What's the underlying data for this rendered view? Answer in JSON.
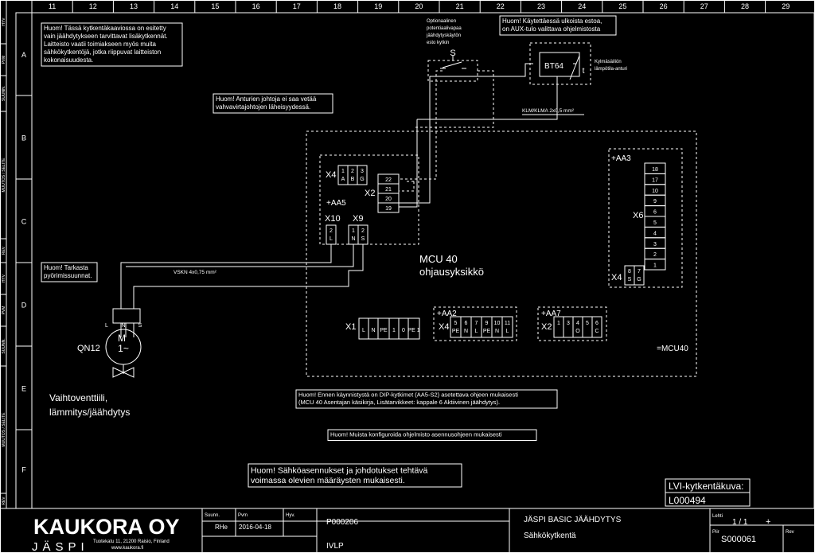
{
  "grid": {
    "columns": [
      "11",
      "12",
      "13",
      "14",
      "15",
      "16",
      "17",
      "18",
      "19",
      "20",
      "21",
      "22",
      "23",
      "24",
      "25",
      "26",
      "27",
      "28",
      "29"
    ],
    "rows": [
      "A",
      "B",
      "C",
      "D",
      "E",
      "F"
    ],
    "side_labels": [
      "HYV",
      "PVM",
      "SUUNN.",
      "MUUTOS / SELITE",
      "REV",
      "HYV",
      "PVM",
      "SUUNN.",
      "MUUTOS / SELITE",
      "REV"
    ]
  },
  "notes": {
    "top_left": [
      "Huom! Tässä kytkentäkaaviossa on esitetty",
      "vain jäähdytykseen tarvittavat lisäkytkennät.",
      "Laitteisto vaatii toimiakseen myös muita",
      "sähkökytkentöjä, jotka riippuvat laitteiston",
      "kokonaisuudesta."
    ],
    "sensors": [
      "Huom! Anturien johtoja ei saa vetää",
      "vahvavirtajohtojen läheisyydessä."
    ],
    "rotation": [
      "Huom! Tarkasta",
      "pyörimissuunnat."
    ],
    "external": [
      "Huom! Käytettäessä ulkoista estoa,",
      "on AUX-tulo valittava ohjelmistosta"
    ],
    "dip": [
      "Huom! Ennen käynnistystä on DIP-kytkimet (AA5-S2) asetettava ohjeen mukaisesti",
      "(MCU 40 Asentajan käsikirja, Lisätarvikkeet: kappale 6 Aktiivinen jäähdytys)."
    ],
    "config": "Huom! Muista konfiguroida ohjelmisto asennusohjeen mukaisesti",
    "install": [
      "Huom! Sähköasennukset ja johdotukset tehtävä",
      "voimassa olevien määräysten mukaisesti."
    ]
  },
  "components": {
    "switch_desc": [
      "Optionaalinen",
      "potentiaalivapaa",
      "jäähdytyskäytön",
      "esto kytkin"
    ],
    "switch_label": "S",
    "sensor_label": "BT64",
    "sensor_t": "t",
    "sensor_desc": [
      "Kylmäsäiliön",
      "lämpötila-anturi"
    ],
    "cable_sensor": "KLM/KLMA 2x0,5 mm²",
    "cable_valve": "VSKN 4x0,75 mm²",
    "valve_id": "QN12",
    "motor_m": "M",
    "motor_1": "1~",
    "valve_terms": [
      "L",
      "N",
      "S"
    ],
    "valve_desc": [
      "Vaihtoventtiili,",
      "lämmitys/jäähdytys"
    ],
    "mcu_title": [
      "MCU 40",
      "ohjausyksikkö"
    ],
    "mcu_ref": "=MCU40",
    "aa5": "+AA5",
    "aa5_x4": "X4",
    "aa5_x4_terms": [
      [
        "1",
        "A"
      ],
      [
        "2",
        "B"
      ],
      [
        "3",
        "G"
      ]
    ],
    "aa5_x2": "X2",
    "aa5_x2_terms": [
      "22",
      "21",
      "20",
      "19"
    ],
    "aa5_x10": "X10",
    "aa5_x10_terms": [
      [
        "2",
        "L"
      ]
    ],
    "aa5_x9": "X9",
    "aa5_x9_terms": [
      [
        "1",
        "N"
      ],
      [
        "2",
        "S"
      ]
    ],
    "aa3": "+AA3",
    "aa3_x6": "X6",
    "aa3_x6_terms": [
      "18",
      "17",
      "10",
      "9",
      "6",
      "5",
      "4",
      "3",
      "2",
      "1"
    ],
    "aa3_x4": "X4",
    "aa3_x4_terms": [
      [
        "8",
        "S"
      ],
      [
        "7",
        "G"
      ]
    ],
    "x1": "X1",
    "x1_terms": [
      "L",
      "N",
      "PE",
      "1",
      "0",
      "PE 1"
    ],
    "aa2": "+AA2",
    "aa2_x4": "X4",
    "aa2_x4_terms": [
      [
        "5",
        "PE"
      ],
      [
        "6",
        "N"
      ],
      [
        "7",
        "L"
      ],
      [
        "9",
        "PE"
      ],
      [
        "10",
        "N"
      ],
      [
        "11",
        "L"
      ]
    ],
    "aa7": "+AA7",
    "aa7_x2": "X2",
    "aa7_x2_terms": [
      [
        "1",
        ""
      ],
      [
        "3",
        ""
      ],
      [
        "4",
        "O"
      ],
      [
        "5",
        ""
      ],
      [
        "6",
        "C"
      ]
    ]
  },
  "lvi": {
    "label": "LVI-kytkentäkuva:",
    "code": "L000494"
  },
  "title_block": {
    "company": "KAUKORA OY",
    "brand": "JÄSPI",
    "address": "Tuotekatu 11, 21200 Raisio, Finland",
    "web": "www.kaukora.fi",
    "suunn_h": "Suunn.",
    "suunn": "RHe",
    "pvm_h": "Pvm",
    "pvm": "2016-04-18",
    "hyv_h": "Hyv.",
    "product_code": "P000206",
    "ivlp": "IVLP",
    "title": "JÄSPI BASIC JÄÄHDYTYS",
    "subtitle": "Sähkökytkentä",
    "lehti_h": "Lehti",
    "lehti": "1 / 1",
    "plus": "+",
    "piir_h": "Piir",
    "piir": "S000061",
    "rev_h": "Rev"
  }
}
